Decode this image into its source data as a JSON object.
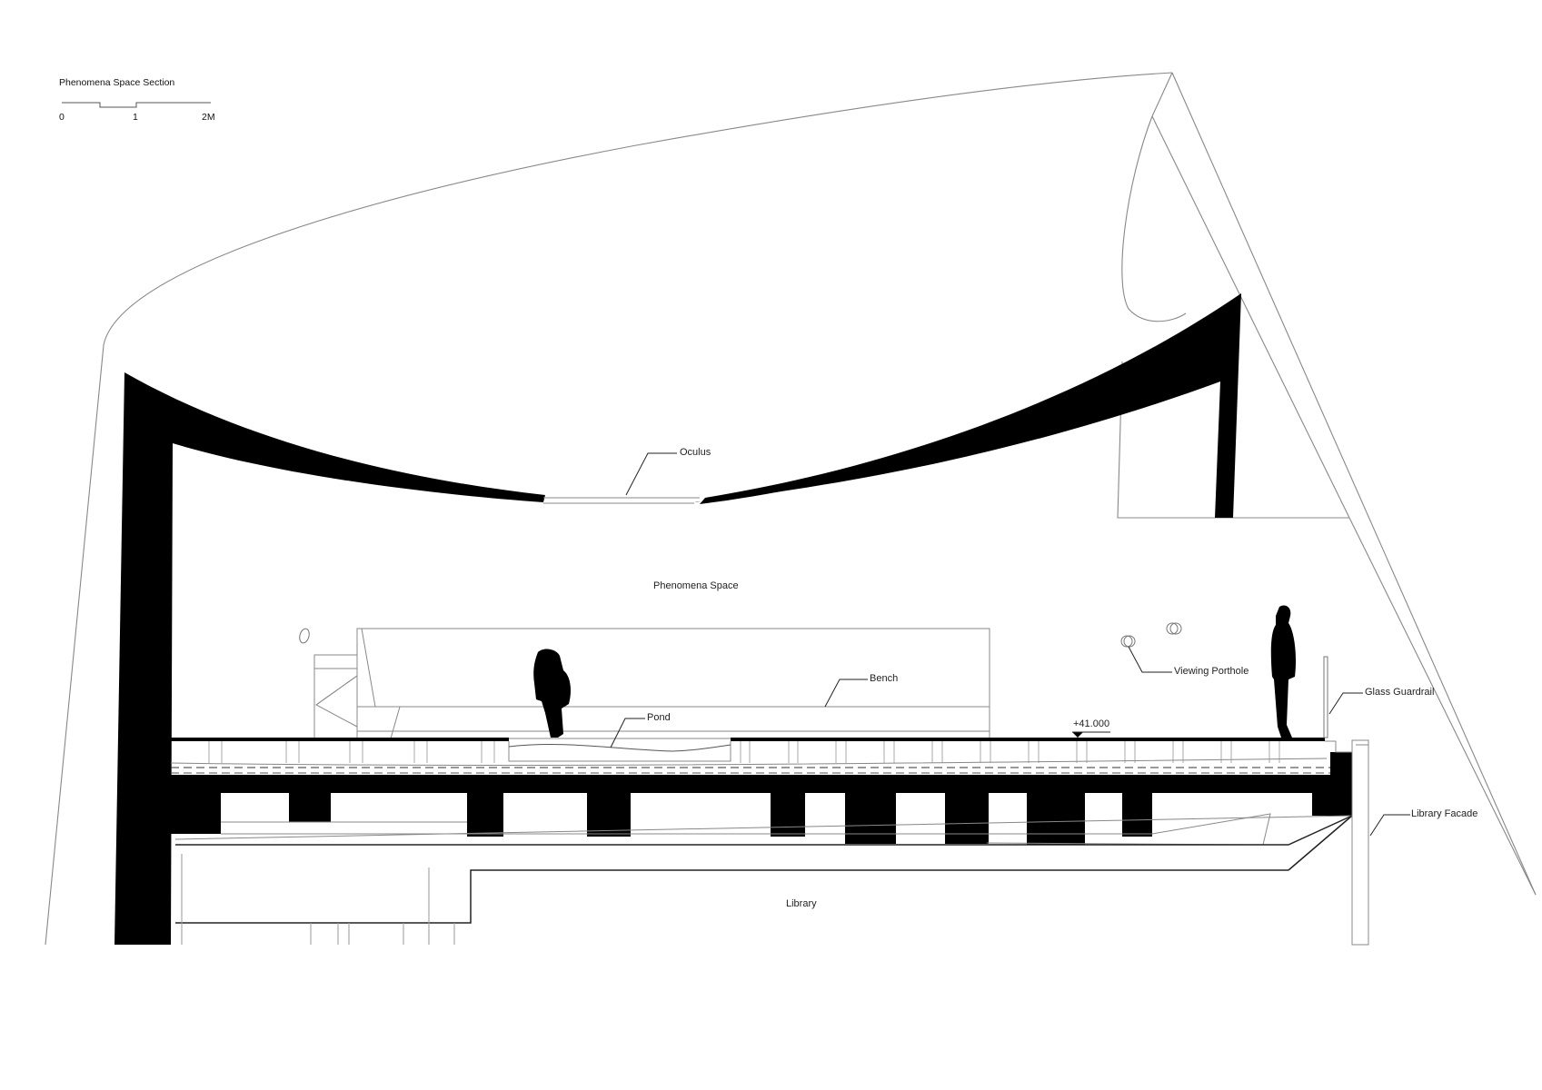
{
  "drawing": {
    "title": "Phenomena Space Section",
    "scale_bar": {
      "labels": [
        "0",
        "1",
        "2M"
      ]
    },
    "spaces": {
      "upper": "Phenomena Space",
      "lower": "Library"
    },
    "annotations": {
      "oculus": "Oculus",
      "bench": "Bench",
      "pond": "Pond",
      "level": "+41.000",
      "viewing_porthole": "Viewing Porthole",
      "glass_guardrail": "Glass Guardrail",
      "library_facade": "Library Facade"
    },
    "colors": {
      "solid": "#000000",
      "line": "#888888",
      "background": "#ffffff",
      "text": "#222222"
    }
  }
}
